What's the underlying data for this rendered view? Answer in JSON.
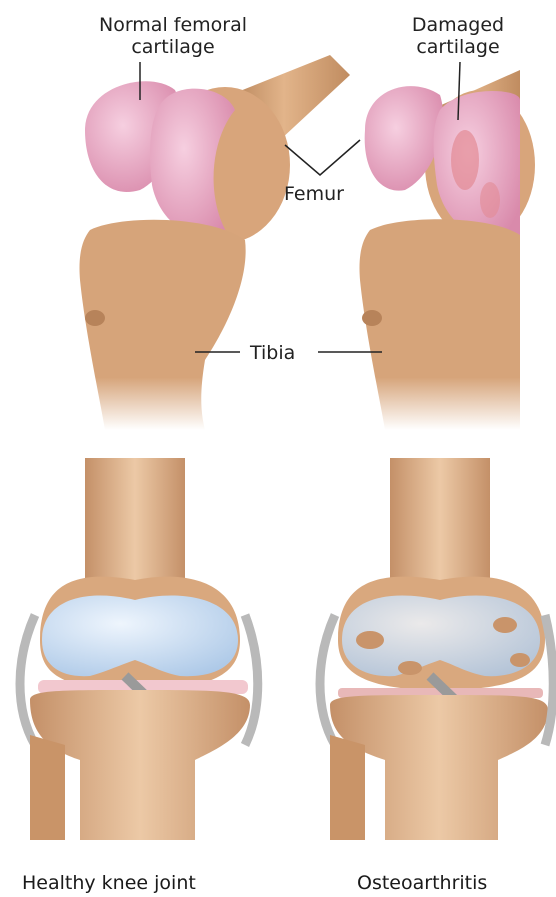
{
  "labels": {
    "normal_cartilage_line1": "Normal femoral",
    "normal_cartilage_line2": "cartilage",
    "damaged_cartilage_line1": "Damaged",
    "damaged_cartilage_line2": "cartilage",
    "femur": "Femur",
    "tibia": "Tibia"
  },
  "captions": {
    "left": "Healthy knee joint",
    "right": "Osteoarthritis"
  },
  "colors": {
    "bone": "#d9a67a",
    "bone_dark": "#b07a4e",
    "cartilage_pink": "#e9a7c0",
    "cartilage_blue": "#c9def3",
    "meniscus": "#f2c8cf",
    "ligament": "#b9b9b9"
  }
}
